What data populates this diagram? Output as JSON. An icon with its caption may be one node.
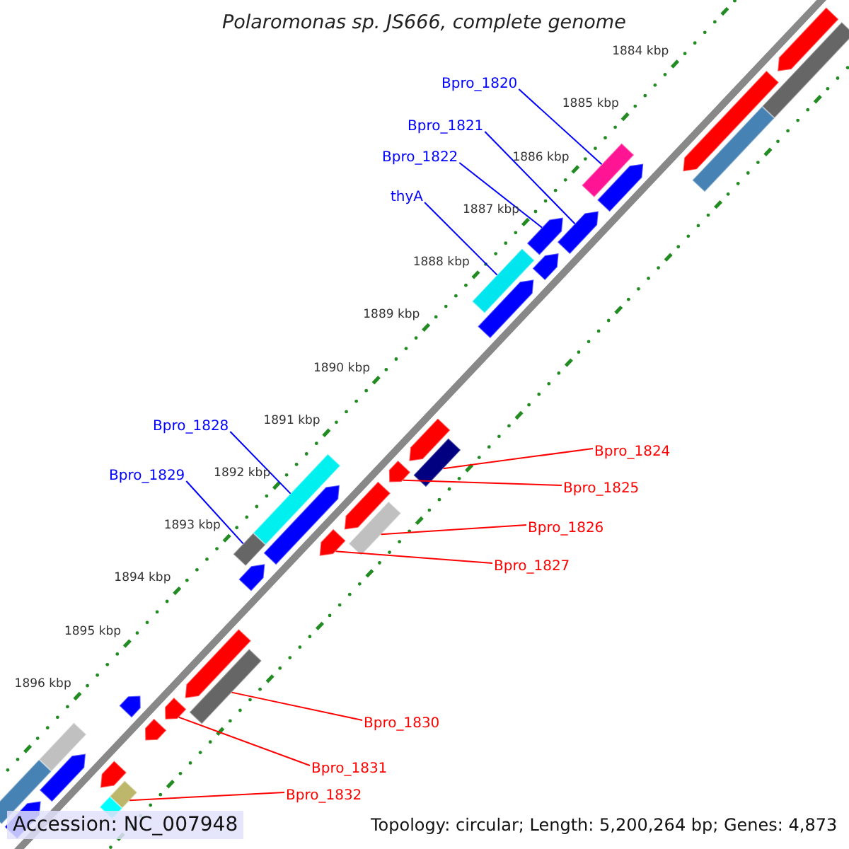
{
  "diagram": {
    "title": "Polaromonas sp. JS666, complete genome",
    "nodes": [
      {
        "text": [
          "Bpro_1820"
        ]
      },
      {
        "text": [
          "Bpro_1821"
        ]
      },
      {
        "text": [
          "Bpro_1822"
        ]
      },
      {
        "text": [
          "thyA"
        ]
      },
      {
        "text": [],
        "shape": "arrow"
      },
      {
        "text": [],
        "shape": "bar"
      },
      {
        "text": [],
        "shape": "arrow"
      },
      {
        "text": [],
        "shape": "bar"
      },
      {
        "text": [],
        "shape": "bar"
      },
      {
        "text": [],
        "shape": "arrow"
      },
      {
        "text": [],
        "shape": "arrow"
      },
      {
        "text": [],
        "shape": "arrow"
      },
      {
        "text": [],
        "shape": "arrow"
      },
      {
        "text": [],
        "shape": "bar"
      },
      {
        "text": [],
        "shape": "arrow"
      },
      {
        "text": [],
        "shape": "arrow"
      },
      {
        "text": [],
        "shape": "bar"
      },
      {
        "text": [],
        "shape": "arrow"
      },
      {
        "text": [
          "Bpro_1824"
        ]
      },
      {
        "text": [
          "Bpro_1825"
        ]
      },
      {
        "text": [
          "Bpro_1828"
        ]
      },
      {
        "text": [],
        "shape": "bar"
      },
      {
        "text": [],
        "shape": "arrow"
      },
      {
        "text": [],
        "shape": "bar"
      },
      {
        "text": [],
        "shape": "arrow"
      },
      {
        "text": [],
        "shape": "arrow"
      },
      {
        "text": [
          "Bpro_1829"
        ]
      },
      {
        "text": [],
        "shape": "bar"
      },
      {
        "text": [],
        "shape": "arrow"
      },
      {
        "text": [
          "Bpro_1826"
        ]
      },
      {
        "text": [
          "Bpro_1827"
        ]
      },
      {
        "text": [],
        "shape": "arrow"
      },
      {
        "text": [],
        "shape": "bar"
      },
      {
        "text": [],
        "shape": "arrow"
      },
      {
        "text": [],
        "shape": "arrow"
      },
      {
        "text": [],
        "shape": "arrow"
      },
      {
        "text": [],
        "shape": "bar"
      },
      {
        "text": [],
        "shape": "arrow"
      },
      {
        "text": [],
        "shape": "bar"
      },
      {
        "text": [],
        "shape": "bar"
      },
      {
        "text": [],
        "shape": "arrow"
      },
      {
        "text": [],
        "shape": "bar"
      },
      {
        "text": [],
        "shape": "arrow"
      },
      {
        "text": [
          "Bpro_1830"
        ]
      },
      {
        "text": [
          "Bpro_1831"
        ]
      },
      {
        "text": [
          "Bpro_1832"
        ]
      }
    ],
    "edges": [
      {
        "from": 0,
        "to": 8,
        "arrow": "none",
        "color": "#0000ff"
      },
      {
        "from": 1,
        "to": 10,
        "arrow": "none",
        "color": "#0000ff"
      },
      {
        "from": 2,
        "to": 11,
        "arrow": "none",
        "color": "#0000ff"
      },
      {
        "from": 3,
        "to": 13,
        "arrow": "none",
        "color": "#0000ff"
      },
      {
        "from": 18,
        "to": 16,
        "arrow": "none",
        "color": "#ff0000"
      },
      {
        "from": 19,
        "to": 17,
        "arrow": "none",
        "color": "#ff0000"
      },
      {
        "from": 20,
        "to": 21,
        "arrow": "none",
        "color": "#0000ff"
      },
      {
        "from": 26,
        "to": 27,
        "arrow": "none",
        "color": "#0000ff"
      },
      {
        "from": 29,
        "to": 23,
        "arrow": "none",
        "color": "#ff0000"
      },
      {
        "from": 30,
        "to": 25,
        "arrow": "none",
        "color": "#ff0000"
      },
      {
        "from": 43,
        "to": 32,
        "arrow": "none",
        "color": "#ff0000"
      },
      {
        "from": 44,
        "to": 33,
        "arrow": "none",
        "color": "#ff0000"
      },
      {
        "from": 45,
        "to": 38,
        "arrow": "none",
        "color": "#ff0000"
      }
    ],
    "labels": [
      "1884 kbp",
      "1885 kbp",
      "1886 kbp",
      "1887 kbp",
      "1888 kbp",
      "1889 kbp",
      "1890 kbp",
      "1891 kbp",
      "1892 kbp",
      "1893 kbp",
      "1894 kbp",
      "1895 kbp",
      "1896 kbp",
      "Accession: NC_007948",
      "Topology: circular; Length: 5,200,264 bp; Genes: 4,873"
    ]
  }
}
